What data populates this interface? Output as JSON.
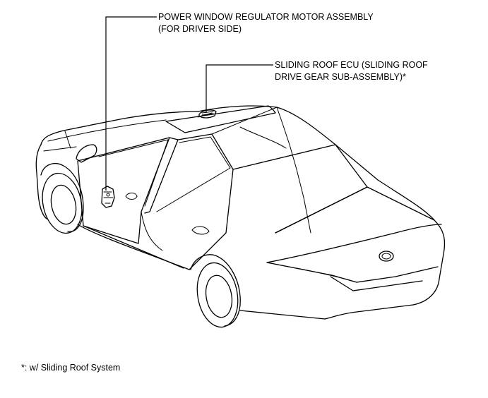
{
  "labels": {
    "motor_line1": "POWER WINDOW REGULATOR MOTOR ASSEMBLY",
    "motor_line2": "(FOR DRIVER SIDE)",
    "ecu_line1": "SLIDING ROOF ECU (SLIDING ROOF",
    "ecu_line2": "DRIVE GEAR SUB-ASSEMBLY)*",
    "footnote": "*: w/ Sliding Roof System"
  }
}
